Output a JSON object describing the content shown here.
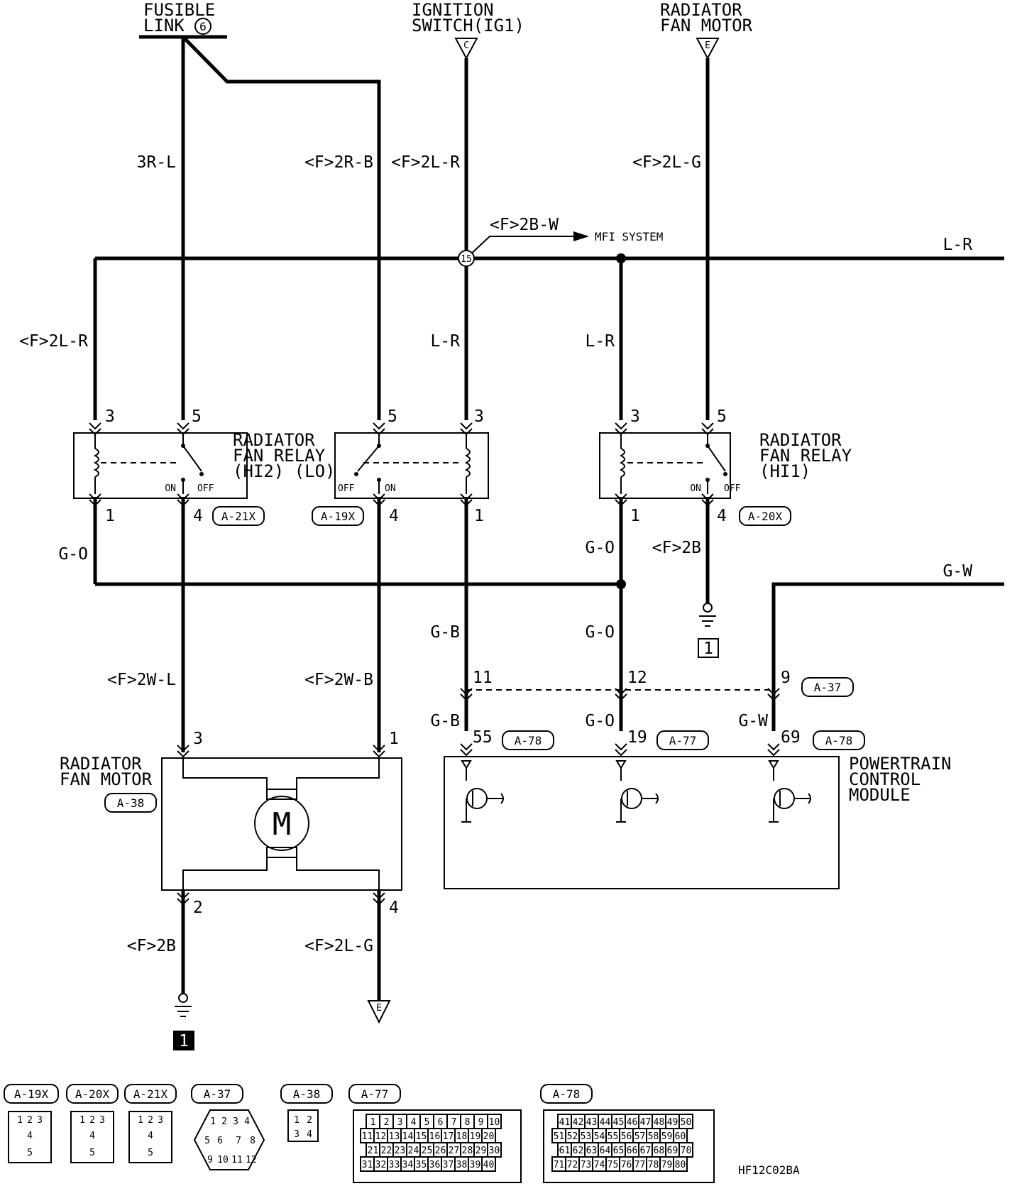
{
  "sources": {
    "fusible_link": [
      "FUSIBLE",
      "LINK"
    ],
    "fusible_link_num": "6",
    "ignition_switch": [
      "IGNITION",
      "SWITCH(IG1)"
    ],
    "ignition_marker": "C",
    "fan_motor": [
      "RADIATOR",
      "FAN MOTOR"
    ],
    "fan_motor_marker": "E"
  },
  "wire_labels": {
    "w_3rl": "3R-L",
    "w_f2rb": "<F>2R-B",
    "w_f2lr_top": "<F>2L-R",
    "w_f2lg_top": "<F>2L-G",
    "w_f2bw": "<F>2B-W",
    "mfi": "MFI SYSTEM",
    "lr_right": "L-R",
    "w_f2lr_left": "<F>2L-R",
    "lr_1": "L-R",
    "lr_2": "L-R",
    "go_left": "G-O",
    "go_mid": "G-O",
    "f2b_relay": "<F>2B",
    "gw_right": "G-W",
    "gb_1": "G-B",
    "go_1": "G-O",
    "f2wl": "<F>2W-L",
    "f2wb": "<F>2W-B",
    "gb_2": "G-B",
    "go_2": "G-O",
    "gw_2": "G-W",
    "f2b_bottom": "<F>2B",
    "f2lg_bottom": "<F>2L-G"
  },
  "junction": "15",
  "relays": {
    "hi2": {
      "title": [
        "RADIATOR",
        "FAN RELAY",
        "(HI2) (LO)"
      ],
      "pins": {
        "p3": "3",
        "p5": "5",
        "p1": "1",
        "p4": "4"
      },
      "on": "ON",
      "off": "OFF",
      "connector": "A-21X"
    },
    "lo": {
      "pins": {
        "p5": "5",
        "p3": "3",
        "p4": "4",
        "p1": "1"
      },
      "on": "ON",
      "off": "OFF",
      "connector": "A-19X"
    },
    "hi1": {
      "title": [
        "RADIATOR",
        "FAN RELAY",
        "(HI1)"
      ],
      "pins": {
        "p3": "3",
        "p5": "5",
        "p1": "1",
        "p4": "4"
      },
      "on": "ON",
      "off": "OFF",
      "connector": "A-20X"
    }
  },
  "grounds": {
    "g1": "1",
    "g2": "1"
  },
  "intermediate": {
    "p11": "11",
    "p12": "12",
    "p9": "9",
    "connector": "A-37"
  },
  "motor": {
    "title": [
      "RADIATOR",
      "FAN MOTOR"
    ],
    "connector": "A-38",
    "symbol": "M",
    "pins": {
      "p3": "3",
      "p1": "1",
      "p2": "2",
      "p4": "4"
    },
    "bottom_marker": "E"
  },
  "pcm": {
    "title": [
      "POWERTRAIN",
      "CONTROL",
      "MODULE"
    ],
    "pins": [
      {
        "num": "55",
        "conn": "A-78"
      },
      {
        "num": "19",
        "conn": "A-77"
      },
      {
        "num": "69",
        "conn": "A-78"
      }
    ]
  },
  "connectors_legend": {
    "a19x": {
      "label": "A-19X",
      "pins": [
        "1",
        "2",
        "3",
        "4",
        "5"
      ]
    },
    "a20x": {
      "label": "A-20X",
      "pins": [
        "1",
        "2",
        "3",
        "4",
        "5"
      ]
    },
    "a21x": {
      "label": "A-21X",
      "pins": [
        "1",
        "2",
        "3",
        "4",
        "5"
      ]
    },
    "a37": {
      "label": "A-37",
      "pins": [
        "1",
        "2",
        "3",
        "4",
        "5",
        "6",
        "7",
        "8",
        "9",
        "10",
        "11",
        "12"
      ]
    },
    "a38": {
      "label": "A-38",
      "pins": [
        "1",
        "2",
        "3",
        "4"
      ]
    },
    "a77": {
      "label": "A-77",
      "pins": [
        "1",
        "2",
        "3",
        "4",
        "5",
        "6",
        "7",
        "8",
        "9",
        "10",
        "11",
        "12",
        "13",
        "14",
        "15",
        "16",
        "17",
        "18",
        "19",
        "20",
        "21",
        "22",
        "23",
        "24",
        "25",
        "26",
        "27",
        "28",
        "29",
        "30",
        "31",
        "32",
        "33",
        "34",
        "35",
        "36",
        "37",
        "38",
        "39",
        "40"
      ]
    },
    "a78": {
      "label": "A-78",
      "pins": [
        "41",
        "42",
        "43",
        "44",
        "45",
        "46",
        "47",
        "48",
        "49",
        "50",
        "51",
        "52",
        "53",
        "54",
        "55",
        "56",
        "57",
        "58",
        "59",
        "60",
        "61",
        "62",
        "63",
        "64",
        "65",
        "66",
        "67",
        "68",
        "69",
        "70",
        "71",
        "72",
        "73",
        "74",
        "75",
        "76",
        "77",
        "78",
        "79",
        "80"
      ]
    }
  },
  "diagram_code": "HF12C02BA"
}
